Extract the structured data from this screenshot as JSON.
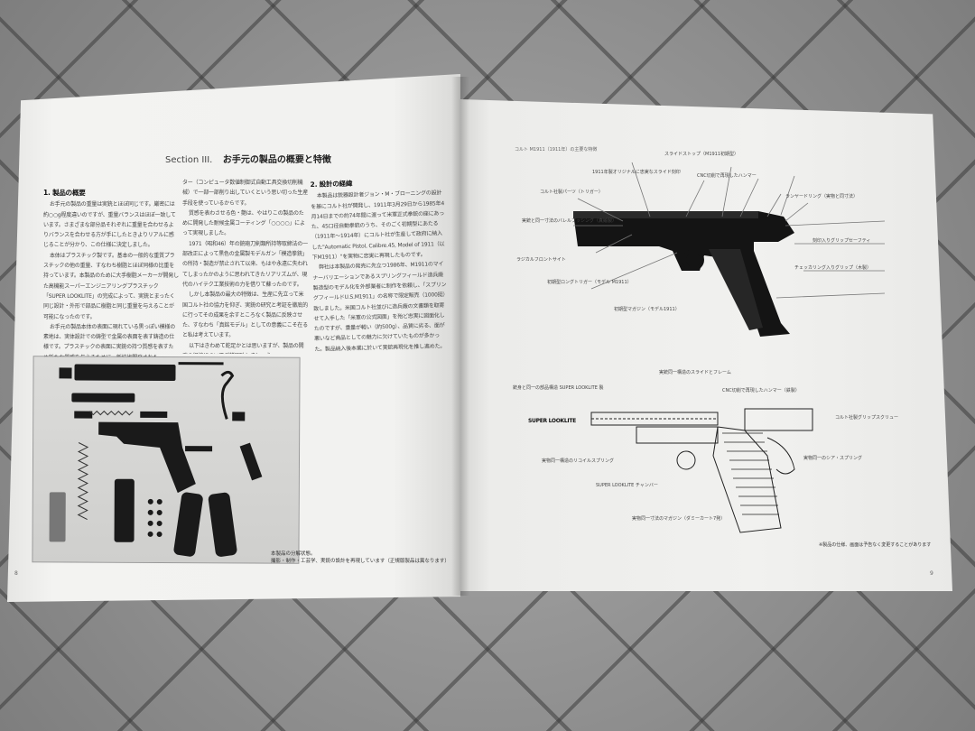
{
  "booklet": {
    "left_page": {
      "section_label": "Section III.",
      "section_title": "お手元の製品の概要と特徴",
      "col1": {
        "heading": "1. 製品の概要",
        "paragraphs": [
          "お手元の製品の重量は実銃とほぼ同じです。厳密には約○○g程度違いのですが、重量バランスはほぼ一致しています。さまざまな部分品それぞれに重量を合わせるよりバランスを合わせる方が手にしたときよりリアルに感じることが分かり、この仕様に決定しました。",
          "本体はプラスチック製です。基本の一般的な重質プラスチックの他の重量、すなわち樹脂とほぼ同様の比重を持っています。本製品のために大手樹脂メーカーが開発した高機能スーパーエンジニアリングプラスチック「SUPER LOOKLITE」の完成によって、実銃とまったく同じ設計・外形で部品に樹脂と同じ重量を与えることが可能になったのです。",
          "お手元の製品本体の表面に現れている黒っぽい模様の素地は、実体設計での鋳型で金属の表面を表す鋳造の仕様です。プラスチックの表面に実銃の持つ質感を表すため新たな質感を与えるために、新技術開発された「SUPER LOOKLITE」の成型をCNCマシニングセン"
        ],
        "brand": "SUPER LOOKLITE"
      },
      "col2": {
        "paragraphs": [
          "ター（コンピュータ数値制御式自動工具交換切削機械）で一部一部削り出していくという思い切った生産手段を使っているからです。",
          "質感を表わさせる色・艶は、やはりこの製品のために開発した耐候金属コーティング「○○○○」によって実現しました。",
          "1971（昭和46）年の銃砲刀剣類所持等取締法の一部改正によって黒色の金属製モデルガン「模造拳銃」の所持・製造が禁止されて以来、もはや永遠に失われてしまったかのように思われてきたリアリズムが、現代のハイテク工業技術の力を借りて蘇ったのです。",
          "しかし本製品の最大の特徴は、生産に先立って米国コルト社の協力を仰ぎ、実銃の研究と考証を徹底的に行ってその成果を余すところなく製品に反映させた、すなわち「真銘モデル」としての意義にこそ在ると私は考えています。",
          "以下はきわめて蛇足かとは思いますが、製品の開発の経緯についてご説明致しましょう。"
        ]
      },
      "col3": {
        "heading": "2. 設計の経緯",
        "paragraphs": [
          "本製品は銃器設計者ジョン・M・ブローニングの設計を基にコルト社が開発し、1911年3月29日から1985年4月14日までの約74年間に渡って米軍正式拳銃の座にあった、45口径自動拳銃のうち、そのごく初期型にあたる（1911年〜1914年）にコルト社が生産して政府に納入した\"Automatic Pistol, Calibre.45, Model of 1911（以下M1911）\"を実物に忠実に再現したものです。",
          "弊社は本製品の発売に先立つ1986年、M1911のマイナーバリエーションであるスプリングフィールド造兵廠製造型のモデル化を外部業者に制作を依頼し、「スプリングフィールドU.S.M1911」の名称で限定販売（1000挺）致しました。米国コルト社並びに造兵廠の文書類を取寄せて入手した「米軍の公式図面」を殆ど忠実に図面化したのですが、重量が軽い（約500g）、品質に劣る、面が悪いなど商品としての魅力に欠けていたものが多かった。製品納入後本業に於いて実銃再現化を推し進めた。"
        ]
      },
      "photo_alt": "分解されたM1911部品の写真",
      "caption": [
        "本製品の分解状態。",
        "撮影・制作・工芸学、実銃の設計を再現しています（正規版製品は異なります）"
      ],
      "page_number": "8"
    },
    "right_page": {
      "header": "コルト M1911（1911年）の主要な特徴",
      "top_callouts": [
        "コルト社製パーツ（トリガー）",
        "実銃と同一寸法のバレルブッシング（真鍮製）",
        "ラジカルフロントサイト",
        "初期型ロングトリガー（モデル M1911）",
        "1911年製オリジナルに忠実なスライド刻印",
        "スライドストップ（M1911初期型）",
        "CNC切削で再現したハンマー",
        "ランヤードリング（実物と同寸法）",
        "刻印入りグリップセーフティ",
        "チェッカリング入りグリップ（木製）",
        "初期型マガジン（モデル1911）"
      ],
      "bottom_callouts": [
        "銃身と同一の部品構造 SUPER LOOKLITE 製",
        "実物同一構造のリコイルスプリング",
        "SUPER LOOKLITE チャンバー",
        "実銃同一構造のスライドとフレーム",
        "CNC切削で再現したハンマー（鉄製）",
        "実物同一寸法のマガジン（ダミーカート7発）",
        "コルト社製グリップスクリュー",
        "実物同一のシア・スプリング"
      ],
      "brand": "SUPER LOOKLITE",
      "note": "※製品の仕様、画面は予告なく変更することがあります",
      "page_number": "9"
    }
  }
}
